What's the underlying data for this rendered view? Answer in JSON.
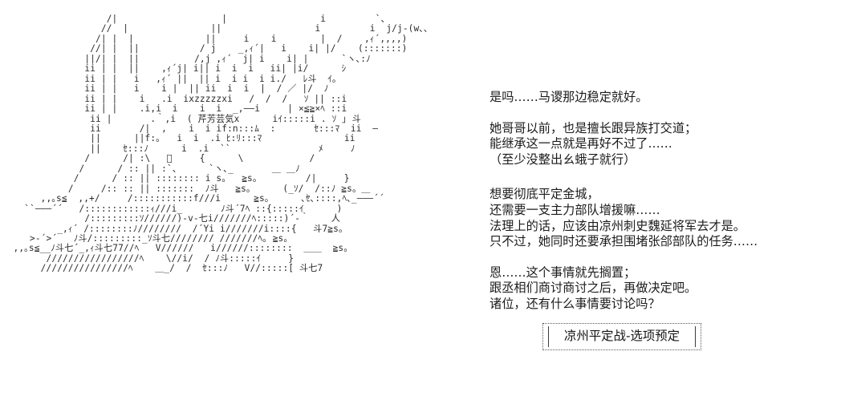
{
  "scene": {
    "background_color": "#ffffff",
    "text_color": "#1b1b1b"
  },
  "character_art": {
    "type": "ascii-art",
    "name": "aa-character-portrait",
    "color": "#2b2b2b",
    "embedded_labels": [
      "ixzzzzzxi",
      "芹芳芸気x",
      "≧s。",
      "斗七",
      "斗七7"
    ],
    "art": "                    /|                   |                 i         `、\n                   //  |               ||                 i         i  j/j-(w､､\n                  /| |  |             ||     i    i        |  /    ,ｨ´,,,,)\n                 //| |  ||           / j    _,ｨ´|   i    i| |/    (:::::::)\n                ||/| |  ||          /,j ,ｨ´  j| i    i| |      `ヽ､:ﾉ\n                ii | |  ||    ,ｨ´j| i|| i  i  i   ii| |i/      ｼ\n                ii | |   i   ,ｨ´ ||  || i  i i  i i./   ﾚ斗  ｲ｡\n                ii | |   i    i |  || ii  i  i  |  / ／ |/  ﾉ\n                ii | |    i   .i  ixzzzzzxi   /  /  /   ｿ || ::i\n                ii | |    .i,i  i    i  i  _,――i     | ×≦≧×ﾍ ::i\n                 ii |       .｀,i  ( 芹芳芸気x      iｲ:::::i . ｿ ｣ 斗\n                 ii       /|  ,    i  i if:n:::ﾑ  :       ｾ:::ﾏ  ii  ―\n                 ||      ||f:｡   i  i  .i ﾋ:ﾘ:::ﾏ               ii\n                 ||    ｾ:::ﾉ      i  .i  ``                ﾒ     ﾉ\n                /      /| :\\   ﾞ     {      \\            /\n               /      / :: || :`、     `ヽ､_       ＿ ＿ﾉ\n              /      / :: || :::::::: i s。  ≧s。        /|     }\n             /     /:: :: || :::::::  ﾉ斗   ≧s。     (_ｿ/  /::ﾉ ≧s。＿\n        ,,｡s≦  ,,+/     /:::::::::::f///i      ≧s。     ､ｾ､::::,ﾍ､_―――´´\n     ``―――´´   /::::::::::::ｨ///i_       ﾉ斗´7ﾍ ::{:::::ｲ      )\n                /:::::::::ｿ//////)-v-七i///////ﾍ:::::)´-｀    人\n           _,ｨ´ /::::::::ﾉ////////  /´Yi i///////i::::{   斗7≧s。\n      >-´>´   ﾉ斗/:::::::::_ｿ斗七//////// ///////ﾍ｡ ≧s。\n   ,,｡s≦__ﾉ斗七´_,ｨ斗七77//ﾍ   V//////   i//////::::::::  ＿＿  ≧s。\n         /////////////////ﾍ    \\//i/  / ﾉ斗:::::ｲ     }\n        ////////////////ﾍ    ＿_/  /  ｾ:::ﾉ   V//:::::[ 斗七7"
  },
  "dialogue": {
    "blocks": [
      {
        "id": "block-1",
        "lines": [
          "是吗……马谡那边稳定就好。"
        ]
      },
      {
        "id": "block-2",
        "lines": [
          "她哥哥以前，也是擅长跟异族打交道；",
          "能继承这一点就是再好不过了……",
          "（至少没整出ㄠ蛾子就行）"
        ]
      },
      {
        "id": "block-3",
        "lines": [
          "想要彻底平定金城，",
          "还需要一支主力部队增援嘛……",
          "法理上的话，应该由凉州刺史魏延将军去才是。",
          "只不过，她同时还要承担围堵张郃部队的任务……"
        ]
      },
      {
        "id": "block-4",
        "lines": [
          "恩……这个事情就先搁置；",
          "跟丞相们商讨商讨之后，再做决定吧。",
          "诸位，还有什么事情要讨论吗？"
        ]
      }
    ]
  },
  "option_button": {
    "label": "凉州平定战-选项预定"
  }
}
